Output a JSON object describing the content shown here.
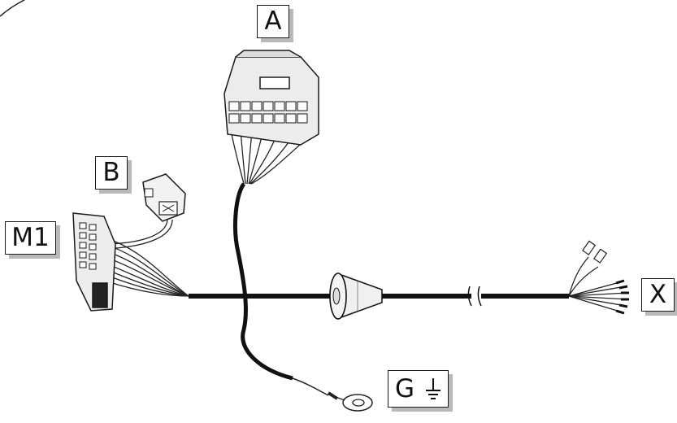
{
  "labels": {
    "a": "A",
    "b": "B",
    "m1": "M1",
    "x": "X",
    "g": "G"
  },
  "icons": {
    "ground": "ground-symbol-icon"
  },
  "colors": {
    "cable": "#111111",
    "connector_fill": "#e9e9e9",
    "connector_stroke": "#1a1a1a",
    "label_shadow": "#b9b9b9"
  }
}
